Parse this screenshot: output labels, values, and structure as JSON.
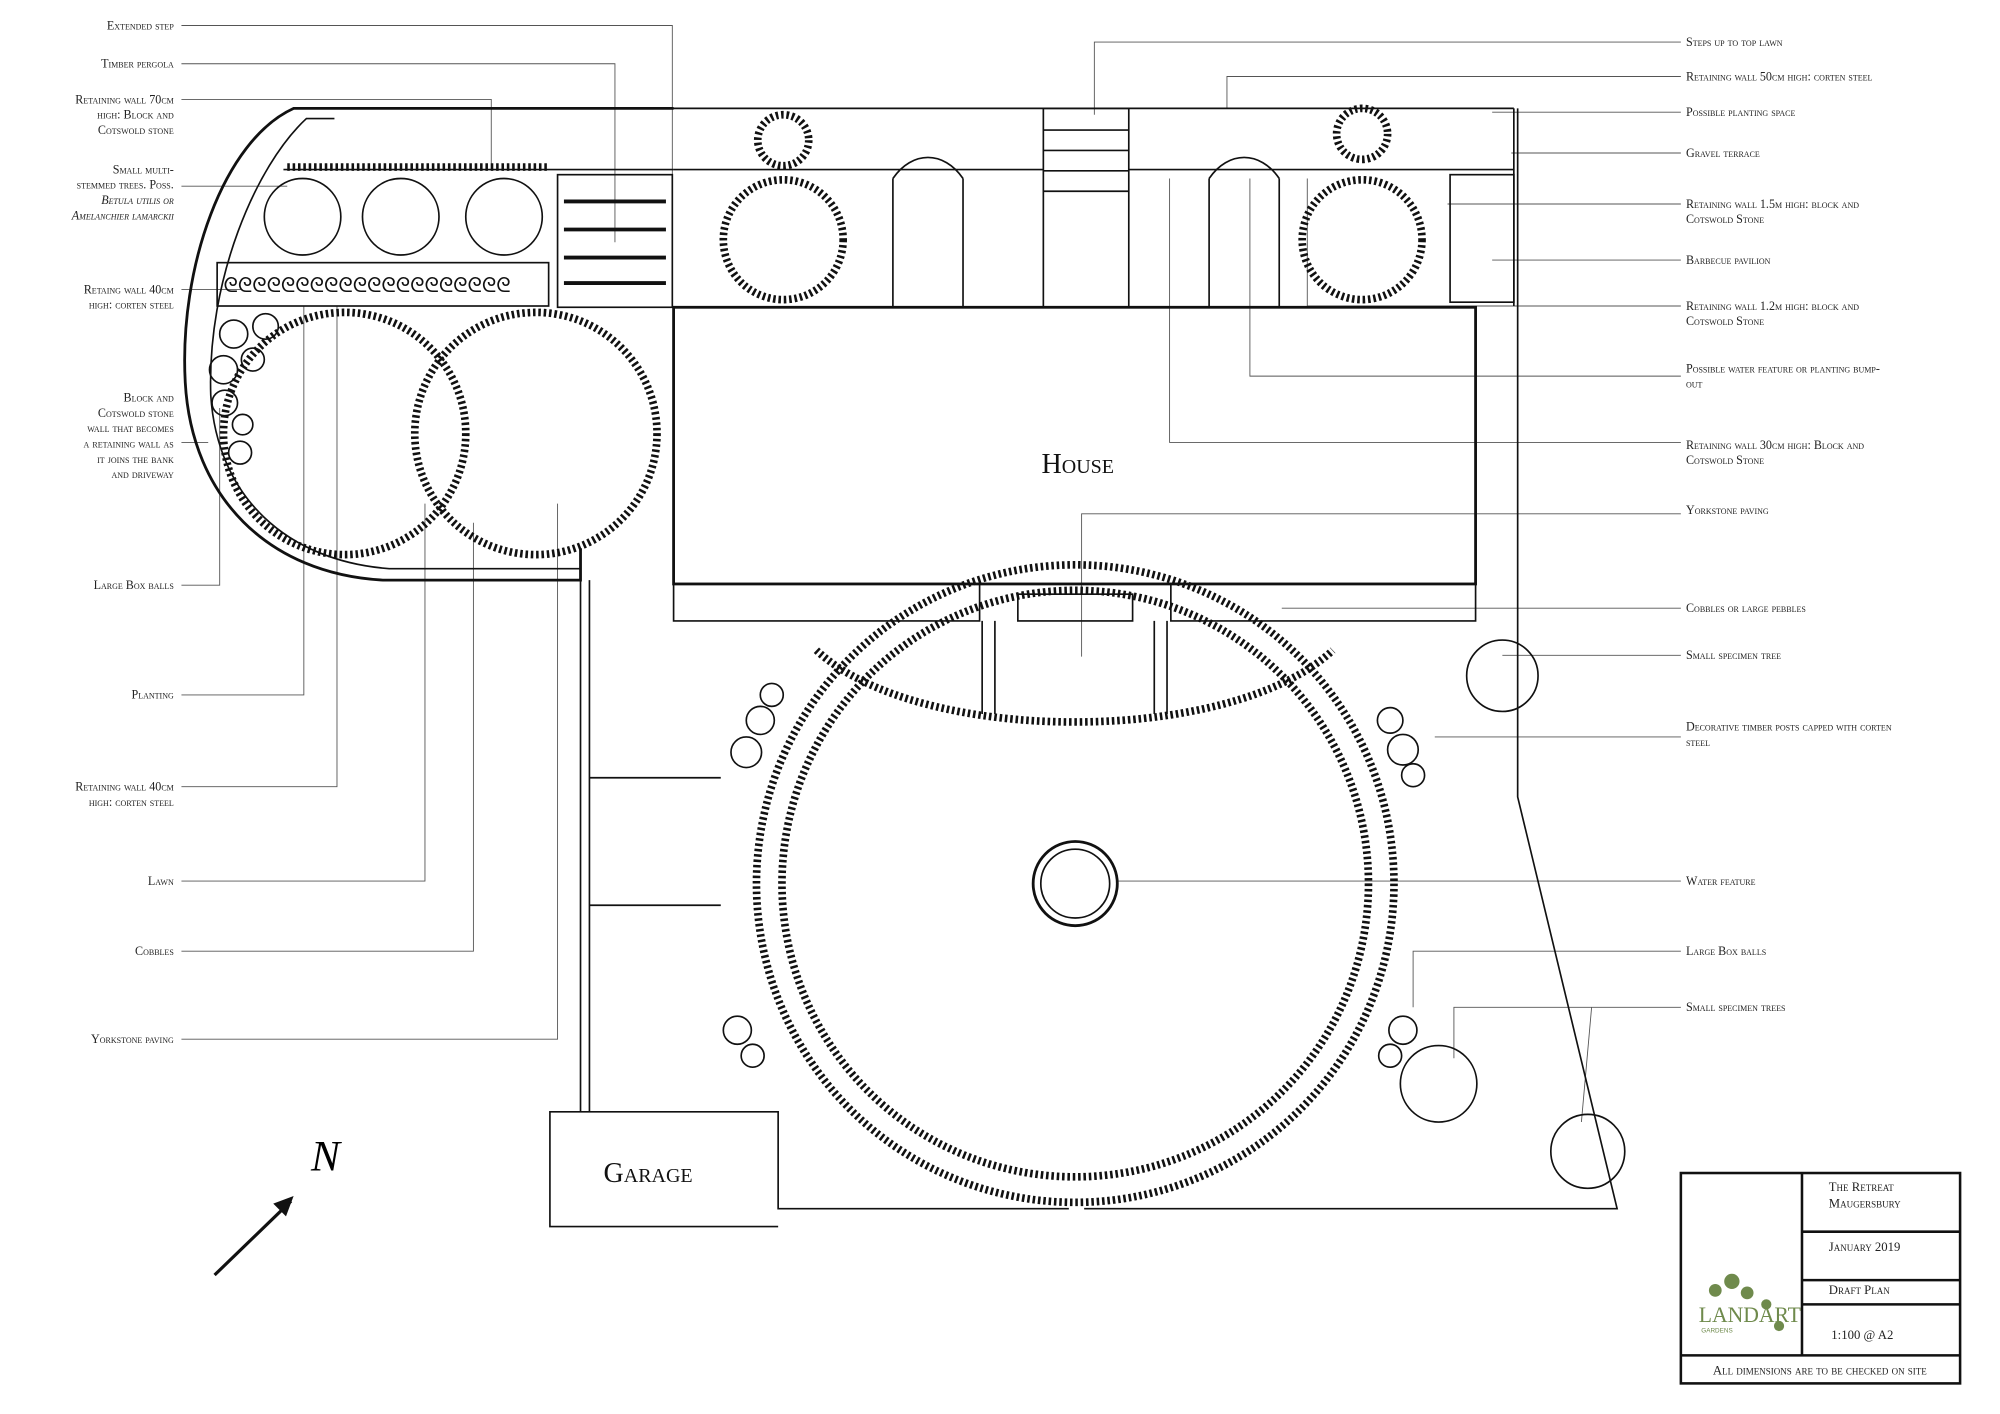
{
  "labels_left": [
    [
      "Extended step"
    ],
    [
      "Timber pergola"
    ],
    [
      "Retaining wall 70cm",
      "high: Block and",
      "Cotswold stone"
    ],
    [
      "Small multi-",
      "stemmed trees. Poss.",
      "Betula utilis or",
      "Amelanchier lamarckii"
    ],
    [
      "Retaing wall 40cm",
      "high: corten steel"
    ],
    [
      "Block and",
      "Cotswold stone",
      "wall that becomes",
      "a retaining wall as",
      "it joins the bank",
      "and driveway"
    ],
    [
      "Large Box balls"
    ],
    [
      "Planting"
    ],
    [
      "Retaining wall 40cm",
      "high: corten steel"
    ],
    [
      "Lawn"
    ],
    [
      "Cobbles"
    ],
    [
      "Yorkstone paving"
    ]
  ],
  "labels_right": [
    [
      "Steps up to top lawn"
    ],
    [
      "Retaining wall 50cm high: corten steel"
    ],
    [
      "Possible planting space"
    ],
    [
      "Gravel terrace"
    ],
    [
      "Retaining wall 1.5m high: block and",
      "Cotswold Stone"
    ],
    [
      "Barbecue pavilion"
    ],
    [
      "Retaining wall 1.2m high: block and",
      "Cotswold Stone"
    ],
    [
      "Possible water feature or planting bump-",
      "out"
    ],
    [
      "Retaining wall 30cm high: Block and",
      "Cotswold Stone"
    ],
    [
      "Yorkstone paving"
    ],
    [
      "Cobbles or large pebbles"
    ],
    [
      "Small specimen tree"
    ],
    [
      "Decorative timber posts capped with corten",
      "steel"
    ],
    [
      "Water feature"
    ],
    [
      "Large Box balls"
    ],
    [
      "Small specimen trees"
    ]
  ],
  "areas": {
    "house": "House",
    "garage": "Garage",
    "north": "N"
  },
  "title_block": {
    "project_line1": "The Retreat",
    "project_line2": "Maugersbury",
    "date": "January 2019",
    "status": "Draft Plan",
    "scale": "1:100 @ A2",
    "note": "All dimensions are to be checked on site",
    "logo_text": "LANDART",
    "logo_sub": "GARDENS",
    "logo_color": "#6f8a4c"
  }
}
